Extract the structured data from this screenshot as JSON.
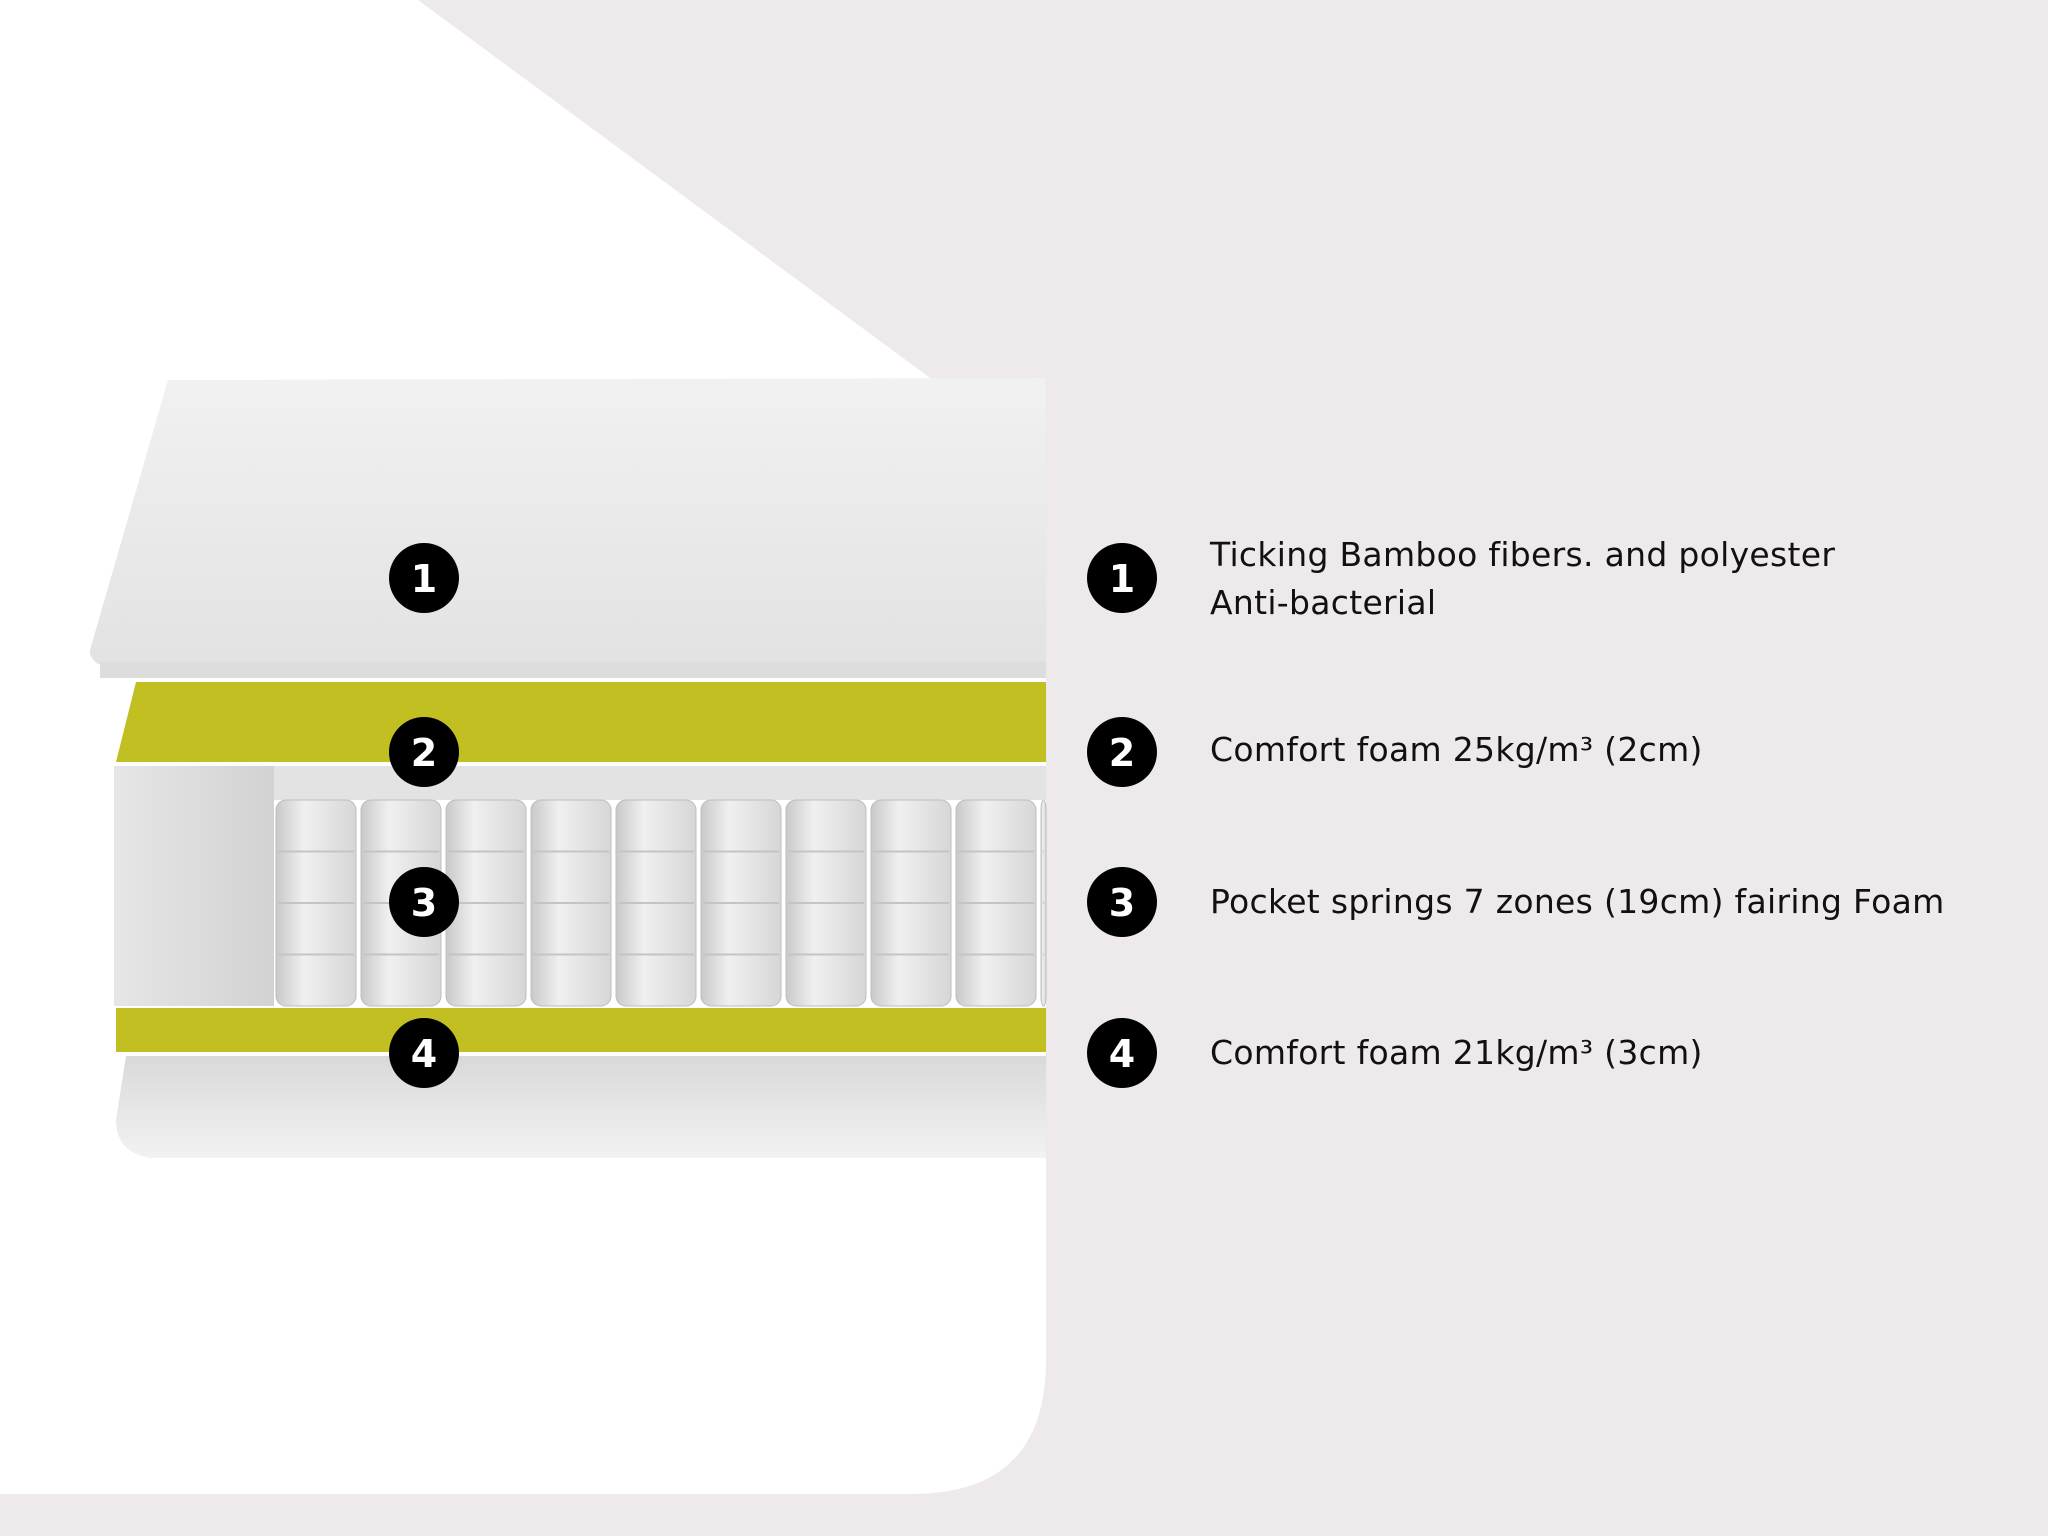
{
  "colors": {
    "background": "#eeeaeb",
    "panel": "#ffffff",
    "cover": "#e9e9e9",
    "foam_yellow": "#c1bf21",
    "springs": "#dcdcdc",
    "badge": "#000000",
    "badge_text": "#ffffff",
    "label_text": "#111111"
  },
  "badges": [
    "1",
    "2",
    "3",
    "4"
  ],
  "layers": [
    {
      "number": "1",
      "lines": [
        "Ticking Bamboo fibers. and polyester",
        "Anti-bacterial"
      ]
    },
    {
      "number": "2",
      "lines": [
        "Comfort foam 25kg/m³ (2cm)"
      ]
    },
    {
      "number": "3",
      "lines": [
        "Pocket springs 7 zones (19cm) fairing Foam"
      ]
    },
    {
      "number": "4",
      "lines": [
        "Comfort foam 21kg/m³ (3cm)"
      ]
    }
  ]
}
